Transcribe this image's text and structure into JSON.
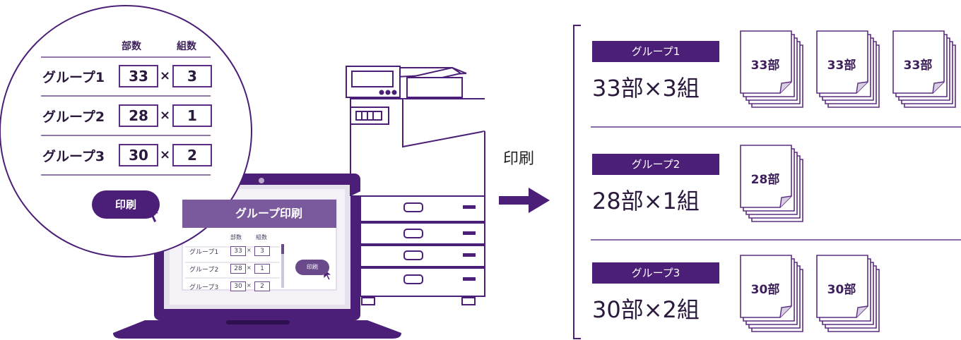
{
  "zoom": {
    "headers": {
      "copies": "部数",
      "sets": "組数"
    },
    "rows": [
      {
        "label": "グループ1",
        "copies": "33",
        "sets": "3"
      },
      {
        "label": "グループ2",
        "copies": "28",
        "sets": "1"
      },
      {
        "label": "グループ3",
        "copies": "30",
        "sets": "2"
      }
    ],
    "times": "×",
    "print_button": "印刷"
  },
  "laptop": {
    "title": "グループ印刷",
    "headers": {
      "copies": "部数",
      "sets": "組数"
    },
    "rows": [
      {
        "label": "グループ1",
        "copies": "33",
        "sets": "3"
      },
      {
        "label": "グループ2",
        "copies": "28",
        "sets": "1"
      },
      {
        "label": "グループ3",
        "copies": "30",
        "sets": "2"
      }
    ],
    "times": "×",
    "print_button": "印刷"
  },
  "arrow_label": "印刷",
  "results": [
    {
      "tag": "グループ1",
      "calc": "33部×3組",
      "doc_label": "33部",
      "stacks": 3
    },
    {
      "tag": "グループ2",
      "calc": "28部×1組",
      "doc_label": "28部",
      "stacks": 1
    },
    {
      "tag": "グループ3",
      "calc": "30部×2組",
      "doc_label": "30部",
      "stacks": 2
    }
  ],
  "colors": {
    "accent": "#4b1f78",
    "line": "#5b2d82",
    "light": "#d9cfe3"
  }
}
